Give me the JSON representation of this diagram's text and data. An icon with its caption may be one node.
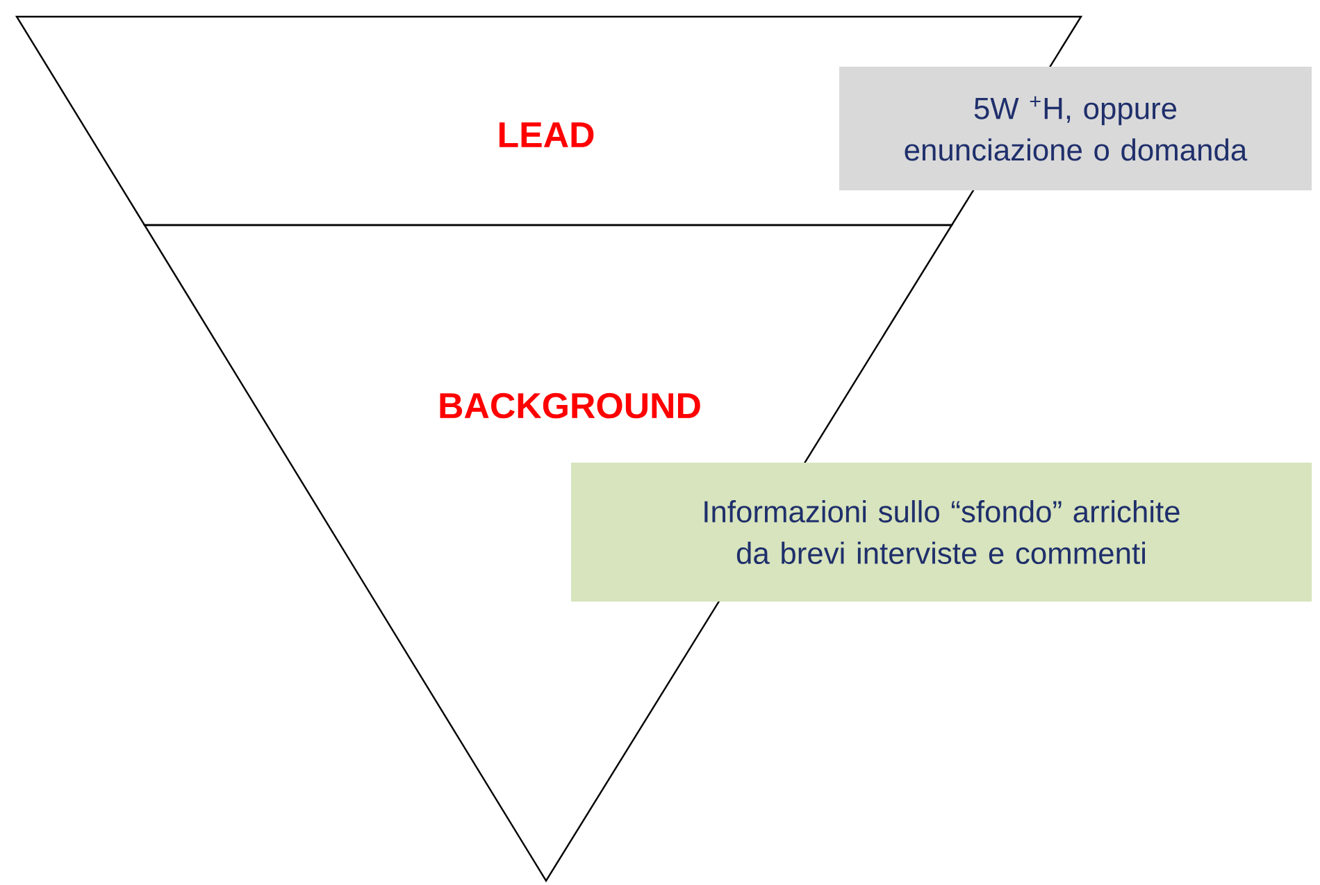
{
  "diagram": {
    "nodes": [
      {
        "text": [
          "LEAD"
        ]
      },
      {
        "text": [
          "BACKGROUND"
        ]
      },
      {
        "text": [
          "5W $^{+}$H, oppure enunciazione o domanda"
        ]
      },
      {
        "text": [
          "Informazioni sullo “sfondo” arrichite da brevi interviste e commenti"
        ]
      }
    ]
  }
}
